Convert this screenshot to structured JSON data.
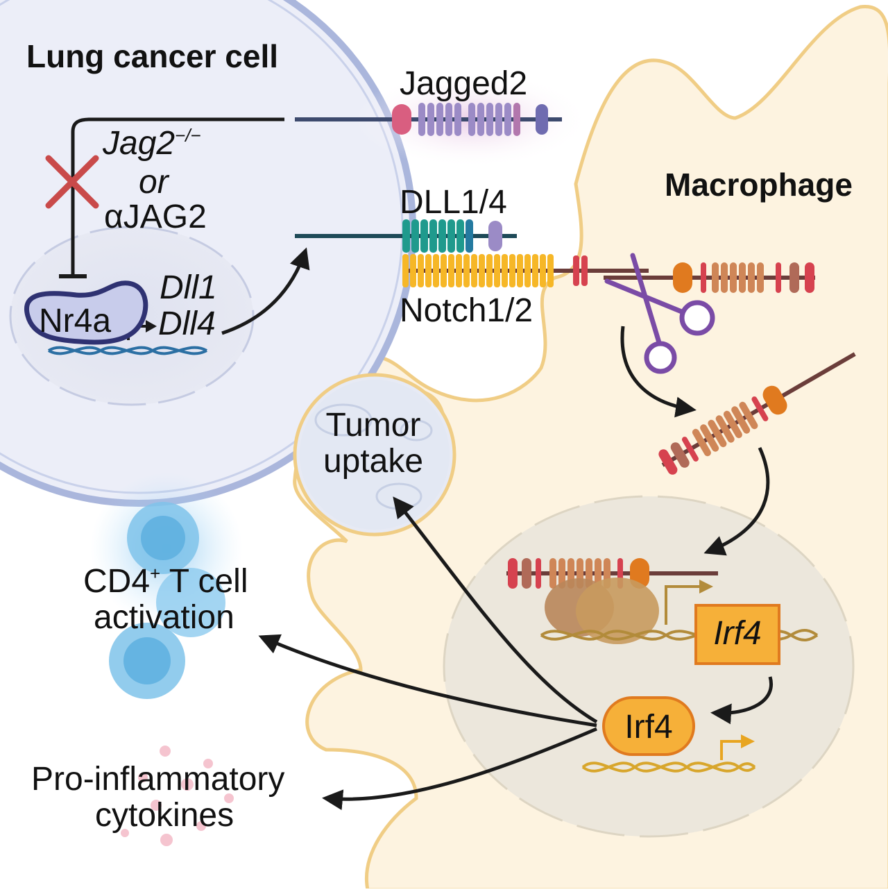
{
  "labels": {
    "lung_cancer_cell": "Lung cancer cell",
    "macrophage": "Macrophage",
    "jagged2": "Jagged2",
    "jag2_ko": "Jag2",
    "jag2_ko_sup": "−/−",
    "or": "or",
    "anti_jag2": "αJAG2",
    "dll1_gene": "Dll1",
    "dll4_gene": "Dll4",
    "nr4a": "Nr4a",
    "dll1_4": "DLL1/4",
    "notch1_2": "Notch1/2",
    "tumor_line1": "Tumor",
    "tumor_line2": "uptake",
    "cd4_line1_a": "CD4",
    "cd4_line1_sup": "+",
    "cd4_line1_b": " T cell",
    "cd4_line2": "activation",
    "cyto_line1": "Pro-inflammatory",
    "cyto_line2": "cytokines",
    "irf4_gene": "Irf4",
    "irf4_protein": "Irf4"
  },
  "colors": {
    "cancer_cell_fill": "#eceef8",
    "cancer_cell_border": "#aab6dc",
    "macrophage_fill": "#fdf3e0",
    "macrophage_border": "#f0cd85",
    "nr4a": "#2f3272",
    "inhibit_cross": "#c94a4a",
    "jagged2_domains": "#9b8bc6",
    "dll_domains": "#1f9a8d",
    "notch_domains": "#f6b727",
    "notch_icd": "#cf8657",
    "irf4_box": "#f6b039",
    "tcell": "#7fc3ea",
    "cytokine": "#f3b6c4",
    "scissors": "#7a4ba6"
  }
}
